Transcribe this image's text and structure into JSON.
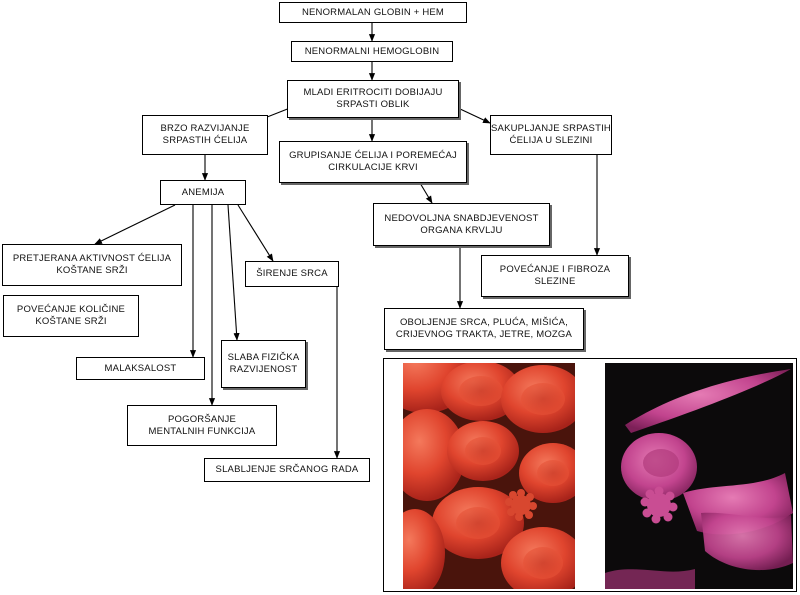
{
  "boxes": {
    "abnormal_globin": {
      "line1": "NENORMALAN GLOBIN + HEM"
    },
    "abnormal_hemoglobin": {
      "line1": "NENORMALNI HEMOGLOBIN"
    },
    "sickle_shape": {
      "line1": "MLADI ERITROCITI DOBIJAJU",
      "line2": "SRPASTI OBLIK"
    },
    "rapid_breakdown": {
      "line1": "BRZO RAZVIJANJE",
      "line2": "SRPASTIH ĆELIJA"
    },
    "clumping": {
      "line1": "GRUPISANJE ĆELIJA I POREMEĆAJ",
      "line2": "CIRKULACIJE KRVI"
    },
    "spleen_accumulation": {
      "line1": "SAKUPLJANJE SRPASTIH",
      "line2": "ĆELIJA U SLEZINI"
    },
    "anemia": {
      "line1": "ANEMIJA"
    },
    "poor_supply": {
      "line1": "NEDOVOLJNA SNABDJEVENOST",
      "line2": "ORGANA KRVLJU"
    },
    "marrow_activity": {
      "line1": "PRETJERANA AKTIVNOST ĆELIJA",
      "line2": "KOŠTANE SRŽI"
    },
    "heart_enlargement": {
      "line1": "ŠIRENJE SRCA"
    },
    "spleen_fibrosis": {
      "line1": "POVEĆANJE I FIBROZA",
      "line2": "SLEZINE"
    },
    "marrow_increase": {
      "line1": "POVEĆANJE KOLIČINE",
      "line2": "KOŠTANE SRŽI"
    },
    "organ_disease": {
      "line1": "OBOLJENJE SRCA,  PLUĆA, MIŠIĆA,",
      "line2": "CRIJEVNOG TRAKTA, JETRE, MOZGA"
    },
    "weakness": {
      "line1": "MALAKSALOST"
    },
    "poor_development": {
      "line1": "SLABA FIZIČKA",
      "line2": "RAZVIJENOST"
    },
    "mental_decline": {
      "line1": "POGORŠANJE",
      "line2": "MENTALNIH FUNKCIJA"
    },
    "heart_weakening": {
      "line1": "SLABLJENJE SRČANOG RADA"
    }
  },
  "colors": {
    "box_border": "#000000",
    "arrow": "#000000",
    "normal_cells": "#e0452e",
    "sickle_cells": "#c2448e",
    "photo_dark_bg": "#5a1a10",
    "photo_black_bg": "#0a0a0a"
  },
  "icons": {
    "arrowhead": "arrowhead-icon",
    "normal_cells_photo": "red-blood-cells-photo",
    "sickle_cells_photo": "sickle-cells-photo"
  }
}
